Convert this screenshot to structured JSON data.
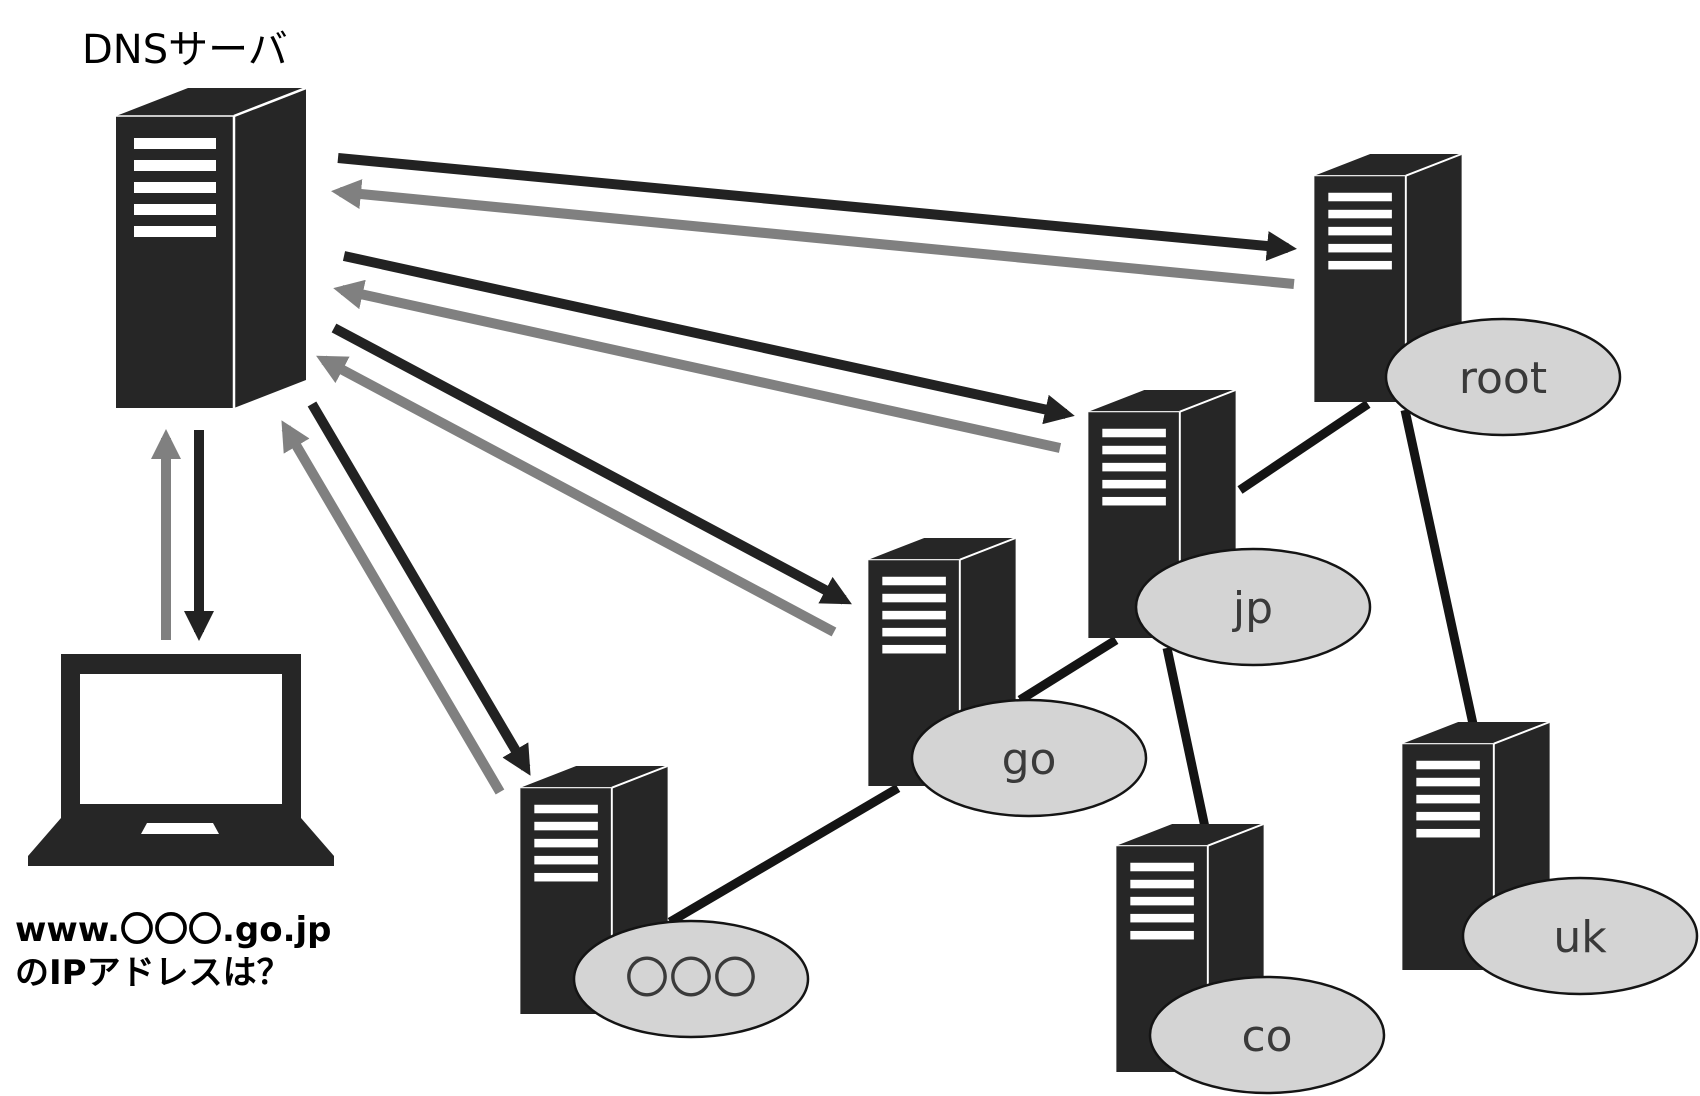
{
  "title": "DNSサーバ",
  "question": {
    "line1": "www.〇〇〇.go.jp",
    "line2": "のIPアドレスは？"
  },
  "zones": {
    "root": "root",
    "jp": "jp",
    "go": "go",
    "ooo": "〇〇〇",
    "co": "co",
    "uk": "uk"
  },
  "colors": {
    "server": "#262626",
    "request_arrow": "#222222",
    "response_arrow": "#808080",
    "zone_fill": "#d4d4d4",
    "tree_line": "#141414"
  },
  "icons": {
    "server": "server-tower-icon",
    "client": "laptop-icon"
  }
}
